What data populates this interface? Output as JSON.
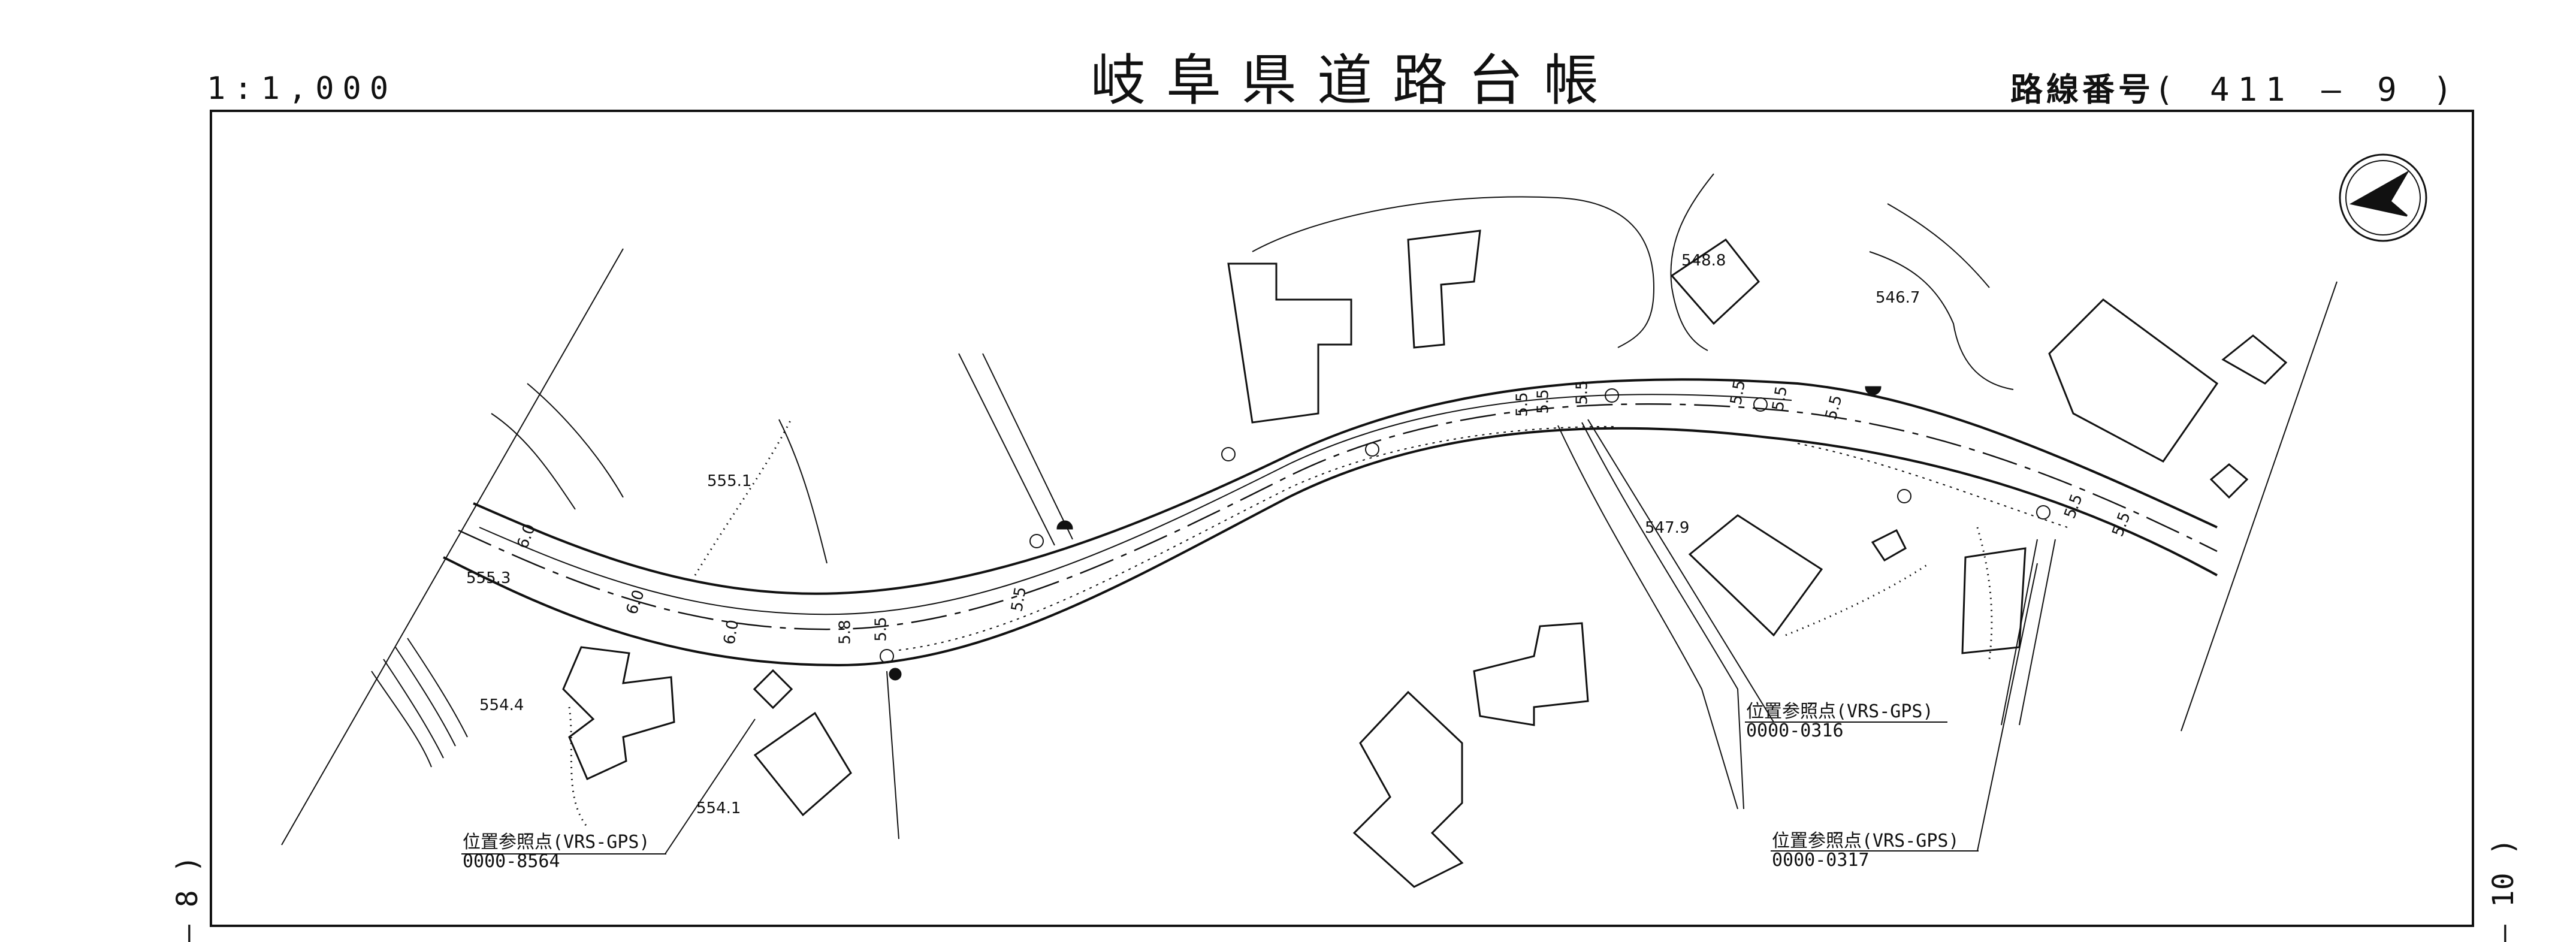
{
  "header": {
    "title": "岐阜県道路台帳",
    "scale": "1:1,000",
    "route_label": "路線番号",
    "route_number": "( 411 ― 9 )"
  },
  "sheet_links": {
    "left": "― 8 )",
    "right": "― 10 )"
  },
  "reference_points": [
    {
      "label": "位置参照点(VRS-GPS)",
      "code": "0000-8564"
    },
    {
      "label": "位置参照点(VRS-GPS)",
      "code": "0000-0316"
    },
    {
      "label": "位置参照点(VRS-GPS)",
      "code": "0000-0317"
    }
  ],
  "elevations": [
    "555.1",
    "555.3",
    "554.4",
    "554.1",
    "548.8",
    "546.7",
    "547.9"
  ],
  "lane_widths": [
    "6.0",
    "6.0",
    "6.0",
    "5.8",
    "5.5",
    "5.5",
    "5.5",
    "5.5",
    "5.5",
    "5.5",
    "5.5",
    "5.5",
    "5.5",
    "5.5"
  ],
  "symbols": {
    "north_arrow": "north-arrow-icon",
    "hydrant": "F",
    "pole": "P",
    "water": "W"
  }
}
